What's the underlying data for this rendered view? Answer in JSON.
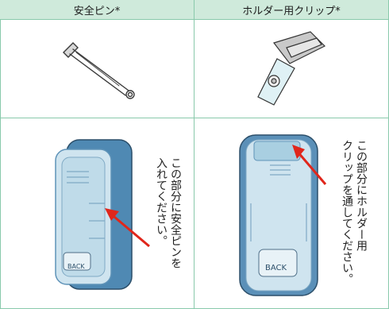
{
  "header": {
    "col1_label": "安全ピン*",
    "col2_label": "ホルダー用クリップ*"
  },
  "instructions": {
    "pin_line1": "この部分に安全ピンを",
    "pin_line2": "入れてください。",
    "clip_line1": "この部分にホルダー用",
    "clip_line2": "クリップを通してください。"
  },
  "badge": {
    "label": "BACK"
  },
  "colors": {
    "header_bg": "#cfeadb",
    "grid_border": "#89c9ab",
    "arrow": "#e0261b",
    "case_blue": "#5f93b8"
  },
  "icons": [
    "safety-pin-image",
    "holder-clip-image",
    "tag-case-back-image",
    "red-arrow-icon"
  ]
}
